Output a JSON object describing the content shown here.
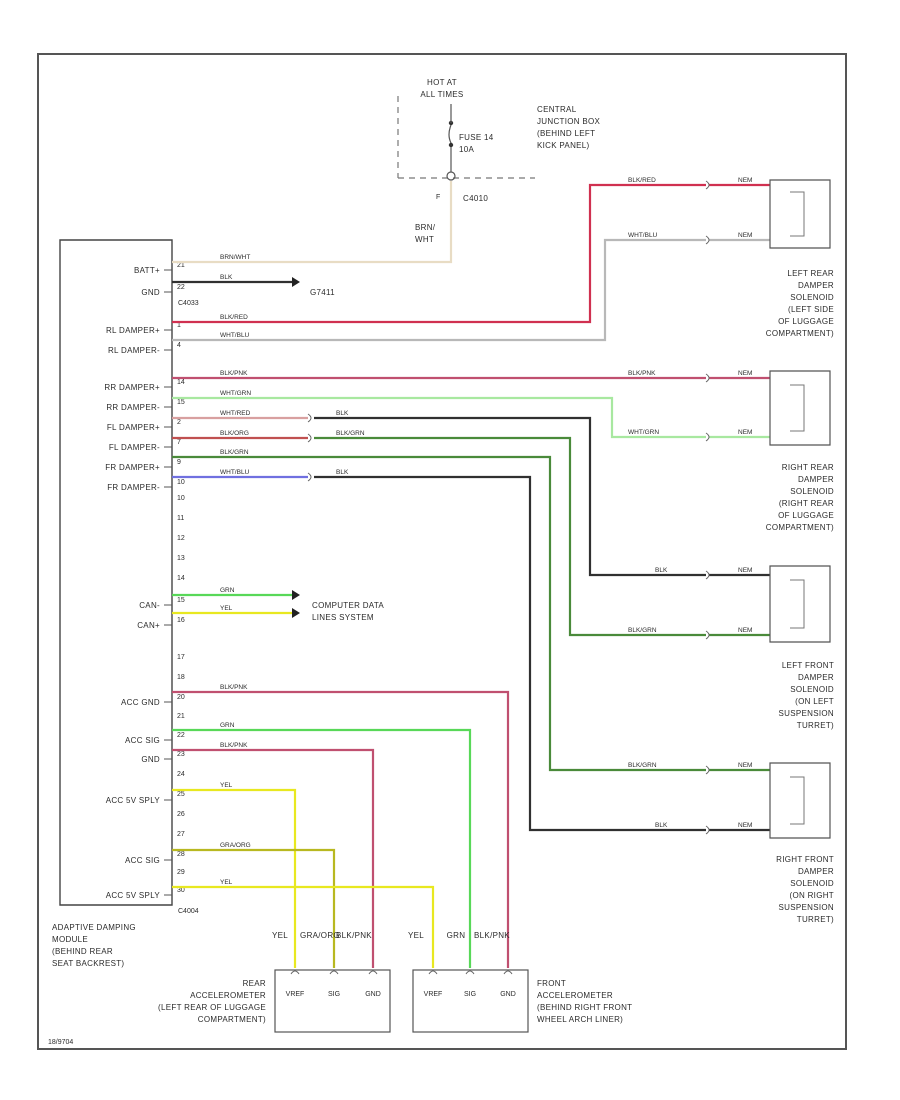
{
  "colors": {
    "brn_wht": "#e8dcc4",
    "blk": "#303030",
    "blk_red": "#d03050",
    "wht_blu": "#b8b8b8",
    "blk_pnk": "#c05070",
    "wht_grn": "#a8e8a0",
    "wht_red": "#d8a0a0",
    "blk_grn": "#4a8a3a",
    "wht_blu_fr": "#7070e0",
    "grn": "#58d858",
    "yel": "#e8e820",
    "gra_org": "#b8b820"
  },
  "top": {
    "hot_at_line1": "HOT AT",
    "hot_at_line2": "ALL TIMES",
    "fuse_line1": "FUSE 14",
    "fuse_line2": "10A",
    "cjb_line1": "CENTRAL",
    "cjb_line2": "JUNCTION BOX",
    "cjb_line3": "(BEHIND LEFT",
    "cjb_line4": "KICK PANEL)",
    "pin_f": "F",
    "connector": "C4010",
    "brn_line1": "BRN/",
    "brn_line2": "WHT"
  },
  "module": {
    "name_lines": [
      "ADAPTIVE DAMPING",
      "MODULE",
      "(BEHIND REAR",
      "SEAT BACKREST)"
    ],
    "connector_bottom": "C4004",
    "connector_gnd": "C4033",
    "ground_label": "G7411",
    "pins": [
      {
        "label": "BATT+",
        "num": "21",
        "wire": "BRN/WHT"
      },
      {
        "label": "GND",
        "num": "22",
        "wire": "BLK"
      },
      {
        "label": "RL DAMPER+",
        "num": "1",
        "wire": "BLK/RED"
      },
      {
        "label": "RL DAMPER-",
        "num": "4",
        "wire": "WHT/BLU"
      },
      {
        "label": "RR DAMPER+",
        "num": "14",
        "wire": "BLK/PNK"
      },
      {
        "label": "RR DAMPER-",
        "num": "15",
        "wire": "WHT/GRN"
      },
      {
        "label": "FL DAMPER+",
        "num": "2",
        "wire": "WHT/RED"
      },
      {
        "label": "FL DAMPER-",
        "num": "7",
        "wire": "BLK/ORG"
      },
      {
        "label": "FR DAMPER+",
        "num": "9",
        "wire": "BLK/GRN"
      },
      {
        "label": "FR DAMPER-",
        "num": "10",
        "wire": "WHT/BLU"
      }
    ],
    "spare_pins": [
      "10",
      "11",
      "12",
      "13",
      "14",
      "17",
      "18"
    ],
    "can_pins": [
      {
        "label": "CAN-",
        "num": "15",
        "wire": "GRN"
      },
      {
        "label": "CAN+",
        "num": "16",
        "wire": "YEL"
      }
    ],
    "lower_pins": [
      {
        "label": "ACC GND",
        "num": "20",
        "wire": "BLK/PNK"
      },
      {
        "label": "",
        "num": "21",
        "wire": ""
      },
      {
        "label": "ACC SIG",
        "num": "22",
        "wire": "GRN"
      },
      {
        "label": "GND",
        "num": "23",
        "wire": "BLK/PNK"
      },
      {
        "label": "",
        "num": "24",
        "wire": ""
      },
      {
        "label": "ACC 5V SPLY",
        "num": "25",
        "wire": "YEL"
      },
      {
        "label": "",
        "num": "26",
        "wire": ""
      },
      {
        "label": "",
        "num": "27",
        "wire": ""
      },
      {
        "label": "ACC SIG",
        "num": "28",
        "wire": "GRA/ORG"
      },
      {
        "label": "",
        "num": "29",
        "wire": ""
      },
      {
        "label": "ACC 5V SPLY",
        "num": "30",
        "wire": "YEL"
      }
    ],
    "fl_tap_wire": "BLK",
    "fl_minus_tap_wire": "BLK/GRN",
    "fr_minus_tap_wire": "BLK"
  },
  "can_system": {
    "line1": "COMPUTER DATA",
    "line2": "LINES SYSTEM"
  },
  "solenoids": [
    {
      "wires": [
        "BLK/RED",
        "WHT/BLU"
      ],
      "lines": [
        "LEFT REAR",
        "DAMPER",
        "SOLENOID",
        "(LEFT SIDE",
        "OF LUGGAGE",
        "COMPARTMENT)"
      ]
    },
    {
      "wires": [
        "BLK/PNK",
        "WHT/GRN"
      ],
      "lines": [
        "RIGHT REAR",
        "DAMPER",
        "SOLENOID",
        "(RIGHT REAR",
        "OF LUGGAGE",
        "COMPARTMENT)"
      ]
    },
    {
      "wires": [
        "BLK",
        "BLK/GRN"
      ],
      "lines": [
        "LEFT FRONT",
        "DAMPER",
        "SOLENOID",
        "(ON LEFT",
        "SUSPENSION",
        "TURRET)"
      ]
    },
    {
      "wires": [
        "BLK/GRN",
        "BLK"
      ],
      "lines": [
        "RIGHT FRONT",
        "DAMPER",
        "SOLENOID",
        "(ON RIGHT",
        "SUSPENSION",
        "TURRET)"
      ]
    }
  ],
  "solenoid_pin": "NEM",
  "rear_acc": {
    "wires": [
      "YEL",
      "GRA/ORG",
      "BLK/PNK"
    ],
    "pins": [
      "VREF",
      "SIG",
      "GND"
    ],
    "lines": [
      "REAR",
      "ACCELEROMETER",
      "(LEFT REAR OF LUGGAGE",
      "COMPARTMENT)"
    ]
  },
  "front_acc": {
    "wires": [
      "YEL",
      "GRN",
      "BLK/PNK"
    ],
    "pins": [
      "VREF",
      "SIG",
      "GND"
    ],
    "lines": [
      "FRONT",
      "ACCELEROMETER",
      "(BEHIND RIGHT FRONT",
      "WHEEL ARCH LINER)"
    ]
  },
  "footer_code": "18/9704"
}
